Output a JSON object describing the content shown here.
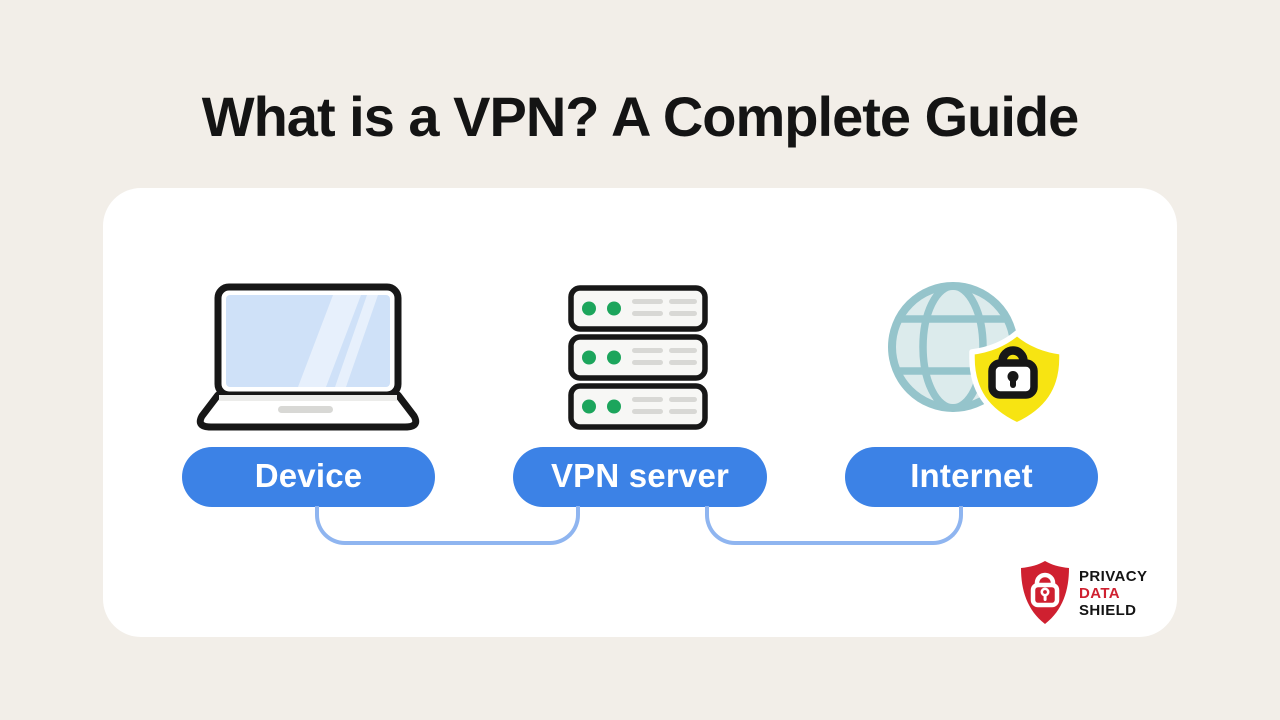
{
  "title": "What is a VPN? A Complete Guide",
  "diagram": {
    "nodes": [
      {
        "id": "device",
        "label": "Device",
        "icon": "laptop-icon"
      },
      {
        "id": "vpn-server",
        "label": "VPN server",
        "icon": "server-rack-icon"
      },
      {
        "id": "internet",
        "label": "Internet",
        "icon": "globe-shield-lock-icon"
      }
    ],
    "connections": [
      {
        "from": "device",
        "to": "vpn-server"
      },
      {
        "from": "vpn-server",
        "to": "internet"
      }
    ]
  },
  "logo": {
    "icon": "shield-lock-icon",
    "lines": [
      {
        "text": "PRIVACY",
        "color": "#141414"
      },
      {
        "text": "DATA",
        "color": "#cf2030"
      },
      {
        "text": "SHIELD",
        "color": "#141414"
      }
    ]
  },
  "colors": {
    "background": "#f2eee8",
    "card": "#ffffff",
    "title-text": "#141414",
    "pill-blue": "#3c82e6",
    "pill-text": "#ffffff",
    "connector-blue": "#8fb5f0",
    "outline-black": "#171717",
    "screen-blue": "#cfe1f8",
    "server-green": "#1ca55c",
    "detail-gray": "#d8d8d5",
    "globe-teal": "#95c4cb",
    "globe-fill": "#dcebec",
    "shield-yellow": "#f7e412",
    "logo-red": "#cf2030"
  }
}
